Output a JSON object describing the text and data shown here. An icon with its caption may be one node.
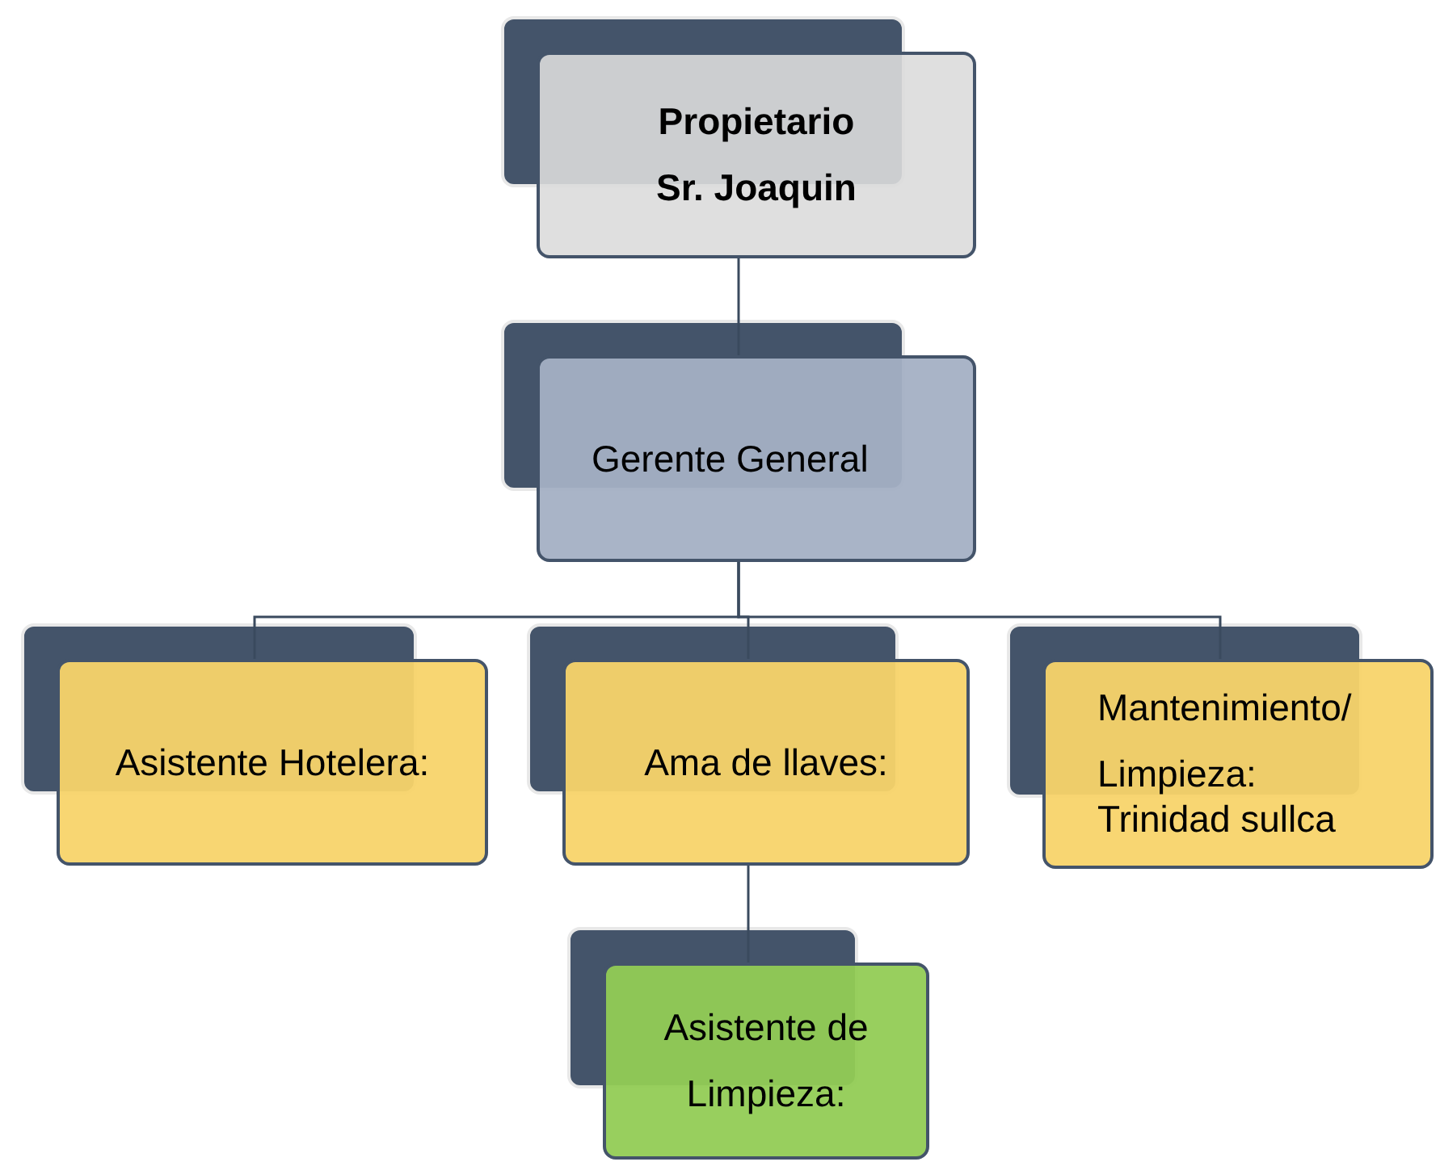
{
  "diagram": {
    "nodes": [
      {
        "text": [
          "Propietario",
          "Sr. Joaquin"
        ]
      },
      {
        "text": [
          "Gerente General"
        ]
      },
      {
        "text": [
          "Asistente Hotelera:"
        ]
      },
      {
        "text": [
          "Ama de llaves:"
        ]
      },
      {
        "text": [
          "Mantenimiento/",
          "Limpieza: Trinidad sullca"
        ]
      },
      {
        "text": [
          "Asistente de",
          "Limpieza:"
        ]
      }
    ],
    "edges": [
      {
        "from": 0,
        "to": 1,
        "arrow": "none"
      },
      {
        "from": 1,
        "to": 2,
        "arrow": "none"
      },
      {
        "from": 1,
        "to": 3,
        "arrow": "none"
      },
      {
        "from": 1,
        "to": 4,
        "arrow": "none"
      },
      {
        "from": 3,
        "to": 5,
        "arrow": "none"
      }
    ]
  }
}
